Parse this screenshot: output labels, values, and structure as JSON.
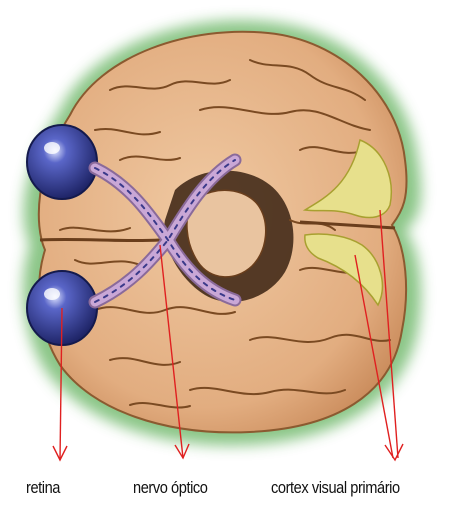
{
  "labels": {
    "retina": "retina",
    "optic_nerve": "nervo óptico",
    "visual_cortex": "cortex visual primário"
  },
  "colors": {
    "halo": "#7fc07a",
    "brain": "#e6b48a",
    "brain_shadow": "#a4683e",
    "fold": "#7a4a22",
    "eye": "#2f3a8f",
    "nerve": "#c9a7d6",
    "cortex": "#e7e08c",
    "arrow": "#e02020"
  },
  "icons": [
    "brain-illustration",
    "eye-icon",
    "optic-chiasm",
    "arrow-icon"
  ]
}
